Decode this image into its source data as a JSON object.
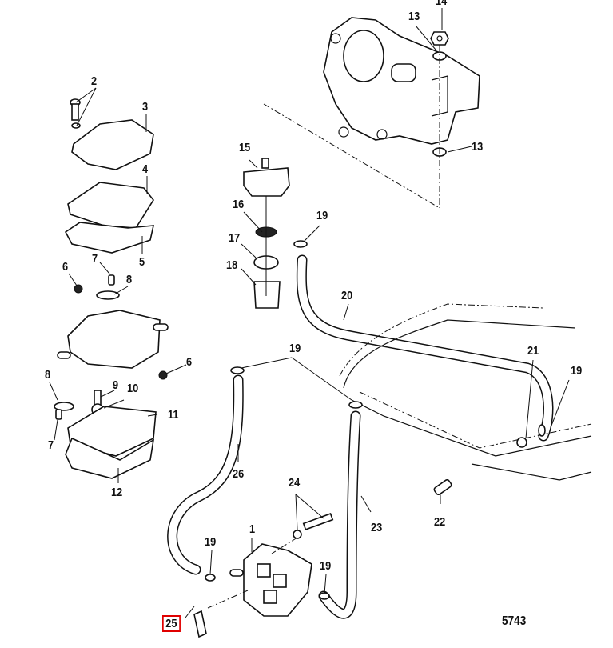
{
  "diagram": {
    "title": "Fuel Pump Assembly Exploded View",
    "figure_number": "5743",
    "highlighted_callout": "25",
    "highlight_color": "#e00000",
    "callouts": [
      {
        "id": "c1",
        "label": "1"
      },
      {
        "id": "c2",
        "label": "2"
      },
      {
        "id": "c3",
        "label": "3"
      },
      {
        "id": "c4",
        "label": "4"
      },
      {
        "id": "c5",
        "label": "5"
      },
      {
        "id": "c6a",
        "label": "6"
      },
      {
        "id": "c6b",
        "label": "6"
      },
      {
        "id": "c7a",
        "label": "7"
      },
      {
        "id": "c7b",
        "label": "7"
      },
      {
        "id": "c8a",
        "label": "8"
      },
      {
        "id": "c8b",
        "label": "8"
      },
      {
        "id": "c9",
        "label": "9"
      },
      {
        "id": "c10",
        "label": "10"
      },
      {
        "id": "c11",
        "label": "11"
      },
      {
        "id": "c12",
        "label": "12"
      },
      {
        "id": "c13a",
        "label": "13"
      },
      {
        "id": "c13b",
        "label": "13"
      },
      {
        "id": "c14",
        "label": "14"
      },
      {
        "id": "c15",
        "label": "15"
      },
      {
        "id": "c16",
        "label": "16"
      },
      {
        "id": "c17",
        "label": "17"
      },
      {
        "id": "c18",
        "label": "18"
      },
      {
        "id": "c19a",
        "label": "19"
      },
      {
        "id": "c19b",
        "label": "19"
      },
      {
        "id": "c19c",
        "label": "19"
      },
      {
        "id": "c19d",
        "label": "19"
      },
      {
        "id": "c19e",
        "label": "19"
      },
      {
        "id": "c20",
        "label": "20"
      },
      {
        "id": "c21",
        "label": "21"
      },
      {
        "id": "c22",
        "label": "22"
      },
      {
        "id": "c23",
        "label": "23"
      },
      {
        "id": "c24",
        "label": "24"
      },
      {
        "id": "c25",
        "label": "25"
      },
      {
        "id": "c26",
        "label": "26"
      }
    ]
  }
}
